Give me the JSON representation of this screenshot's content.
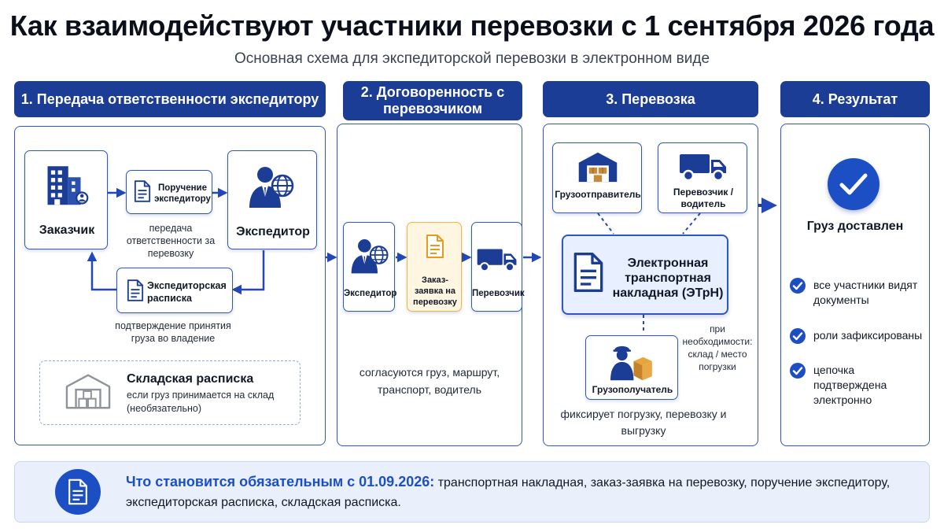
{
  "title": "Как взаимодействуют участники перевозки с 1 сентября 2026 года",
  "subtitle": "Основная схема для экспедиторской перевозки в электронном виде",
  "colors": {
    "navy": "#1c3d95",
    "blue": "#2f57c2",
    "accent": "#1d4fc4",
    "yellow": "#f3b53c"
  },
  "steps": [
    {
      "label": "1. Передача ответственности экспедитору"
    },
    {
      "label": "2. Договоренность с перевозчиком"
    },
    {
      "label": "3. Перевозка"
    },
    {
      "label": "4. Результат"
    }
  ],
  "stage1": {
    "customer": {
      "label": "Заказчик",
      "icon": "office-building-icon"
    },
    "forwarder": {
      "label": "Экспедитор",
      "icon": "businessman-globe-icon"
    },
    "order_doc": {
      "label": "Поручение экспедитору",
      "icon": "document-icon"
    },
    "order_caption": "передача ответственности за перевозку",
    "receipt_doc": {
      "label": "Экспедиторская расписка",
      "icon": "document-icon"
    },
    "receipt_caption": "подтверждение принятия груза во владение",
    "warehouse": {
      "title": "Складская расписка",
      "text": "если груз принимается на склад (необязательно)",
      "icon": "warehouse-icon"
    }
  },
  "stage2": {
    "forwarder": {
      "label": "Экспедитор",
      "icon": "businessman-globe-icon"
    },
    "request": {
      "label": "Заказ-заявка на перевозку",
      "icon": "document-icon"
    },
    "carrier": {
      "label": "Перевозчик",
      "icon": "truck-icon"
    },
    "caption": "согласуются груз, маршрут, транспорт, водитель"
  },
  "stage3": {
    "shipper": {
      "label": "Грузоотправитель",
      "icon": "warehouse-icon"
    },
    "carrier": {
      "label": "Перевозчик / водитель",
      "icon": "truck-icon"
    },
    "etrn": {
      "label": "Электронная транспортная накладная (ЭТрН)",
      "icon": "document-icon"
    },
    "consignee": {
      "label": "Грузополучатель",
      "icon": "worker-box-icon"
    },
    "note": "при необходимости: склад / место погрузки",
    "caption": "фиксирует погрузку, перевозку и выгрузку"
  },
  "stage4": {
    "result": "Груз доставлен",
    "checks": [
      "все участники видят документы",
      "роли зафиксированы",
      "цепочка подтверждена электронно"
    ]
  },
  "bottom": {
    "lead": "Что становится обязательным с 01.09.2026:",
    "text": "транспортная накладная, заказ-заявка на перевозку, поручение экспедитору, экспедиторская расписка, складская расписка."
  }
}
